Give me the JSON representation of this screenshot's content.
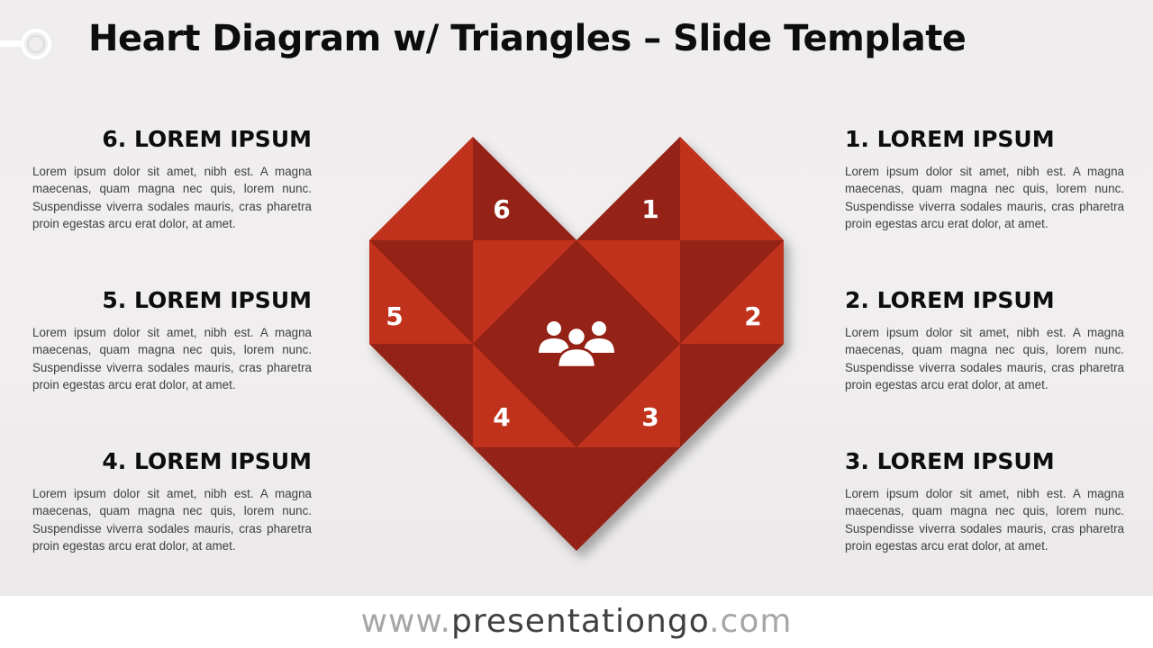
{
  "title": "Heart Diagram w/ Triangles – Slide Template",
  "items": [
    {
      "number": "6",
      "heading": "6. LOREM IPSUM",
      "text": "Lorem ipsum dolor sit amet, nibh est. A magna maecenas, quam magna nec quis, lorem nunc. Suspendisse viverra sodales mauris, cras pharetra proin egestas arcu erat dolor, at amet."
    },
    {
      "number": "5",
      "heading": "5. LOREM IPSUM",
      "text": "Lorem ipsum dolor sit amet, nibh est. A magna maecenas, quam magna nec quis, lorem nunc. Suspendisse viverra sodales mauris, cras pharetra proin egestas arcu erat dolor, at amet."
    },
    {
      "number": "4",
      "heading": "4. LOREM IPSUM",
      "text": "Lorem ipsum dolor sit amet, nibh est. A magna maecenas, quam magna nec quis, lorem nunc. Suspendisse viverra sodales mauris, cras pharetra proin egestas arcu erat dolor, at amet."
    },
    {
      "number": "1",
      "heading": "1. LOREM IPSUM",
      "text": "Lorem ipsum dolor sit amet, nibh est. A magna maecenas, quam magna nec quis, lorem nunc. Suspendisse viverra sodales mauris, cras pharetra proin egestas arcu erat dolor, at amet."
    },
    {
      "number": "2",
      "heading": "2. LOREM IPSUM",
      "text": "Lorem ipsum dolor sit amet, nibh est. A magna maecenas, quam magna nec quis, lorem nunc. Suspendisse viverra sodales mauris, cras pharetra proin egestas arcu erat dolor, at amet."
    },
    {
      "number": "3",
      "heading": "3. LOREM IPSUM",
      "text": "Lorem ipsum dolor sit amet, nibh est. A magna maecenas, quam magna nec quis, lorem nunc. Suspendisse viverra sodales mauris, cras pharetra proin egestas arcu erat dolor, at amet."
    }
  ],
  "center_icon": "people-group-icon",
  "colors": {
    "light_red": "#c0301b",
    "dark_red": "#942113",
    "title": "#0d0d0d",
    "body_text": "#404040"
  },
  "footer": {
    "prefix": "www.",
    "brand": "presentationgo",
    "suffix": ".com"
  }
}
